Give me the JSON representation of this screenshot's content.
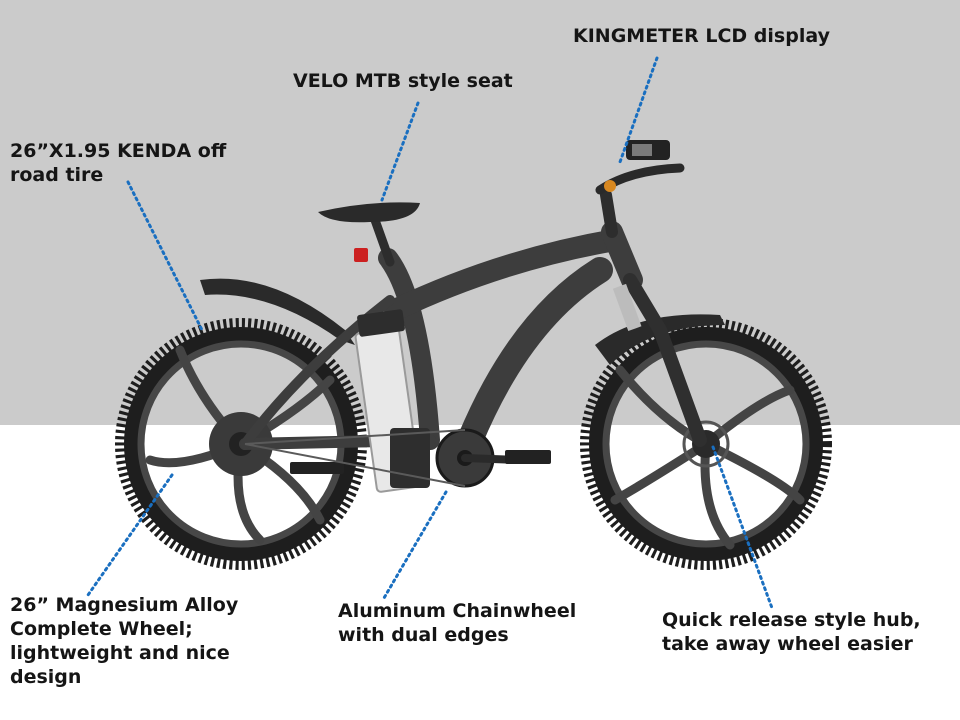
{
  "colors": {
    "background_top": "#cbcbcb",
    "background_bottom": "#ffffff",
    "bike_frame": "#3d3d3d",
    "tire": "#1e1e1e",
    "rim": "#474747",
    "battery": "#e8e8e8",
    "leader_line": "#1a6fc0",
    "label_text": "#151515",
    "tail_light": "#cc2020"
  },
  "callouts": {
    "display": {
      "lines": [
        "KINGMETER LCD display"
      ],
      "icon": "lcd-display"
    },
    "seat": {
      "lines": [
        "VELO MTB style seat"
      ],
      "icon": "saddle"
    },
    "tire": {
      "lines": [
        "26”X1.95 KENDA off",
        "road tire"
      ],
      "icon": "tire"
    },
    "wheel": {
      "lines": [
        "26” Magnesium Alloy",
        "Complete Wheel;",
        "lightweight and nice",
        "design"
      ],
      "icon": "mag-wheel"
    },
    "chainwheel": {
      "lines": [
        "Aluminum Chainwheel",
        "with dual edges"
      ],
      "icon": "chainring"
    },
    "hub": {
      "lines": [
        "Quick release style hub,",
        "take away wheel easier"
      ],
      "icon": "hub"
    }
  }
}
